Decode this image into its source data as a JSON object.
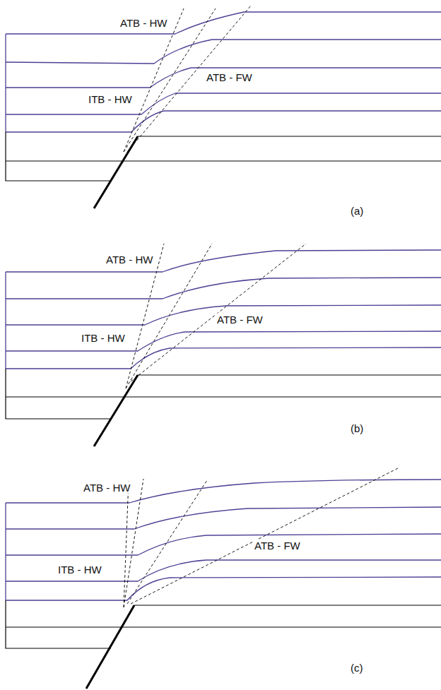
{
  "diagram": {
    "labels": [
      "ATB - HW",
      "ITB - HW",
      "ATB - FW",
      "(a)",
      "ATB - HW",
      "ITB - HW",
      "ATB - FW",
      "(b)",
      "ATB - HW",
      "ITB - HW",
      "ATB - FW",
      "(c)"
    ]
  }
}
